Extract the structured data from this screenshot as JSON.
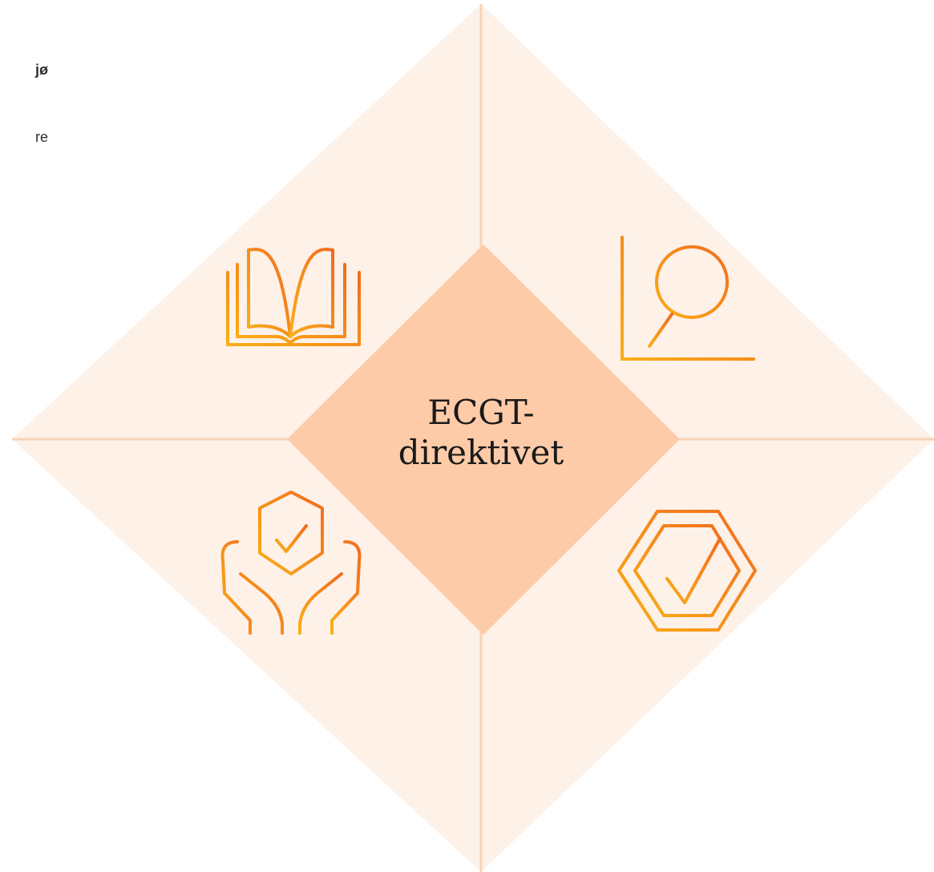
{
  "side_text": {
    "line1": "jø",
    "line2": "re"
  },
  "center": {
    "line1": "ECGT-",
    "line2": "direktivet"
  },
  "quadrants": [
    {
      "position": "top-left",
      "icon": "book-icon"
    },
    {
      "position": "top-right",
      "icon": "data-analysis-icon"
    },
    {
      "position": "bottom-left",
      "icon": "hands-shield-icon"
    },
    {
      "position": "bottom-right",
      "icon": "hexagon-check-icon"
    }
  ],
  "colors": {
    "outer_fill": "#fdf1e8",
    "inner_fill": "#fdcba8",
    "divider": "#f9d3b4",
    "icon_orange": "#f26b1d",
    "icon_yellow": "#fbae17"
  }
}
